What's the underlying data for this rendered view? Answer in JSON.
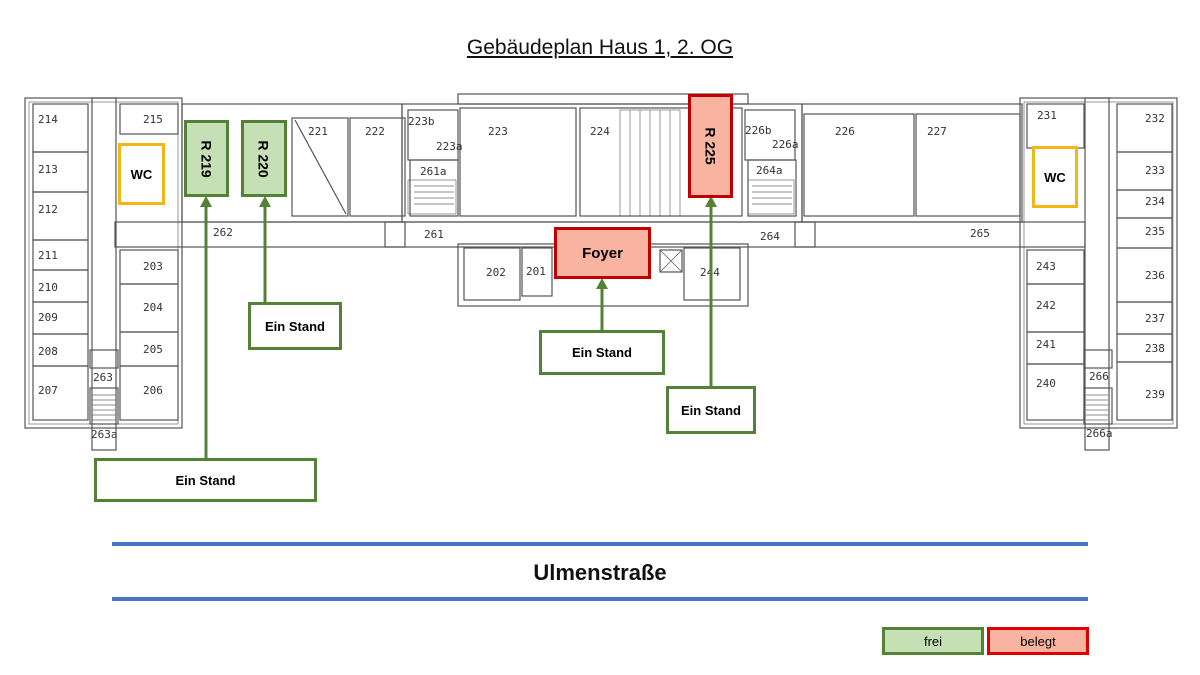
{
  "title": "Gebäudeplan Haus 1, 2. OG",
  "street": "Ulmenstraße",
  "colors": {
    "free_fill": "#c5e0b4",
    "free_border": "#538135",
    "busy_fill": "#f8b4a0",
    "busy_border": "#c00000",
    "wc_border": "#f2b716",
    "road": "#4a73c4"
  },
  "rooms": {
    "r214": "214",
    "r215": "215",
    "r213": "213",
    "r212": "212",
    "r211": "211",
    "r210": "210",
    "r209": "209",
    "r208": "208",
    "r207": "207",
    "r206": "206",
    "r205": "205",
    "r204": "204",
    "r203": "203",
    "r263": "263",
    "r263a": "263a",
    "r221": "221",
    "r222": "222",
    "r223b": "223b",
    "r223a": "223a",
    "r223": "223",
    "r224": "224",
    "r261a": "261a",
    "r261": "261",
    "r262": "262",
    "r226b": "226b",
    "r226a": "226a",
    "r226": "226",
    "r227": "227",
    "r264a": "264a",
    "r264": "264",
    "r265": "265",
    "r202": "202",
    "r201": "201",
    "r244": "244",
    "r231": "231",
    "r232": "232",
    "r233": "233",
    "r234": "234",
    "r235": "235",
    "r236": "236",
    "r237": "237",
    "r238": "238",
    "r239": "239",
    "r243": "243",
    "r242": "242",
    "r241": "241",
    "r240": "240",
    "r266": "266",
    "r266a": "266a"
  },
  "highlights": {
    "wc_left": "WC",
    "wc_right": "WC",
    "r219": "R 219",
    "r220": "R 220",
    "r225": "R 225",
    "foyer": "Foyer"
  },
  "stands": {
    "s219": "Ein Stand",
    "s220": "Ein Stand",
    "sfoyer": "Ein Stand",
    "s225": "Ein Stand"
  },
  "legend": {
    "free": "frei",
    "busy": "belegt"
  }
}
